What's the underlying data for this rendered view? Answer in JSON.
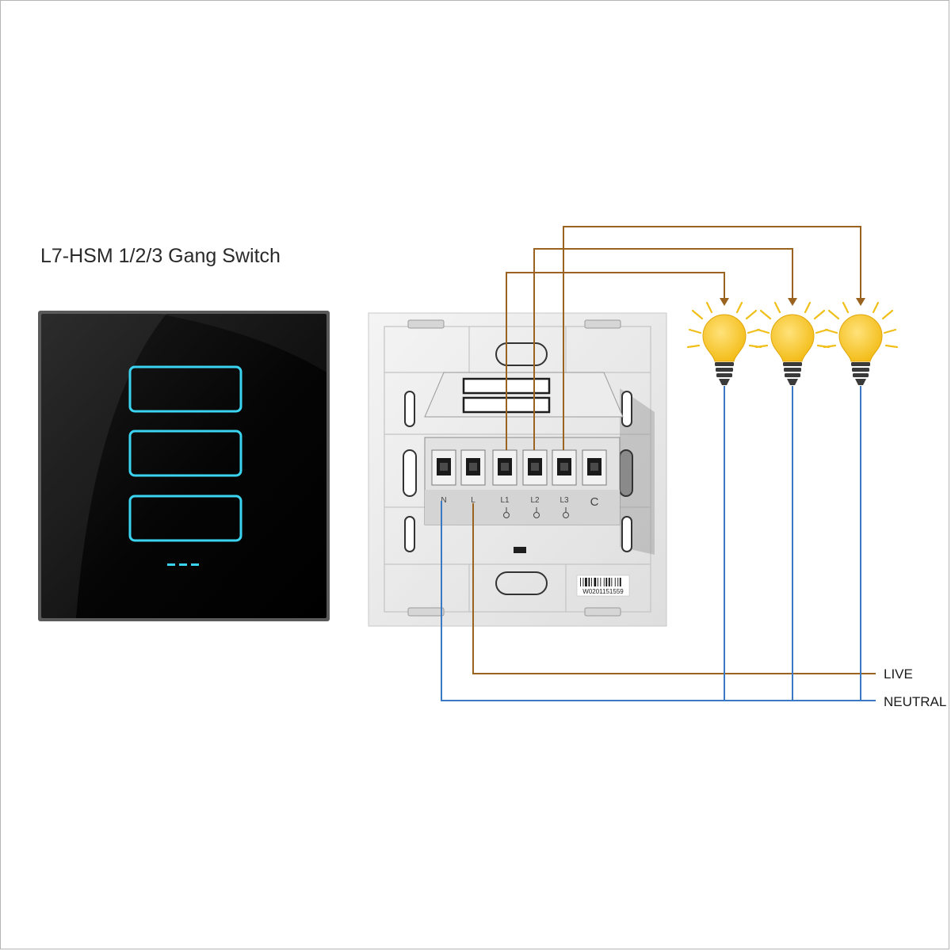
{
  "title": "L7-HSM 1/2/3 Gang Switch",
  "terminals": [
    "N",
    "L",
    "L1",
    "L2",
    "L3",
    "C"
  ],
  "serial_number": "W0201151559",
  "wire_labels": {
    "live": "LIVE",
    "neutral": "NEUTRAL"
  },
  "colors": {
    "live_wire": "#9a6420",
    "neutral_wire": "#3a7ac4",
    "bulb": "#f6c21c",
    "touch_led": "#3ad4f0",
    "panel": "#0a0a0a"
  }
}
